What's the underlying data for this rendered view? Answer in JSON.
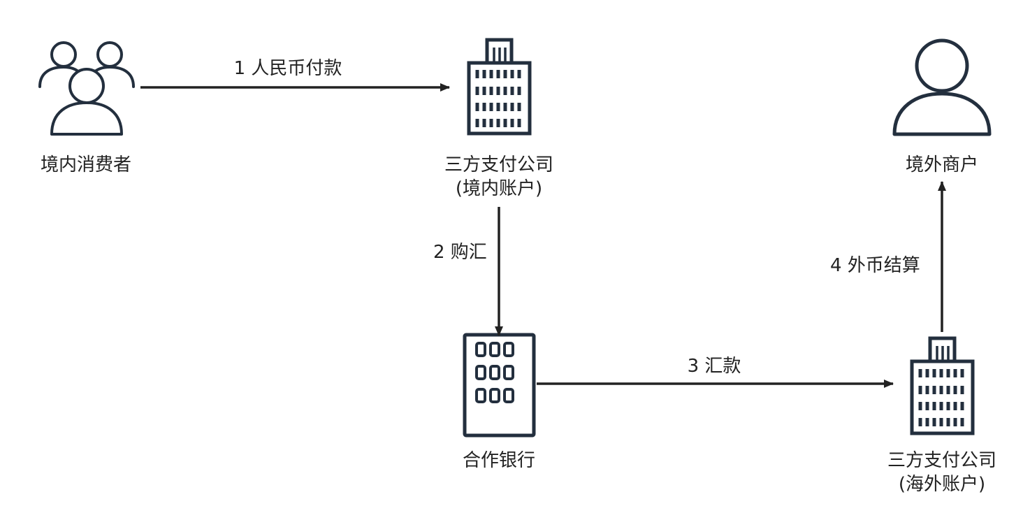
{
  "nodes": {
    "consumer": {
      "label": "境内消费者",
      "icon": "users-group-icon"
    },
    "payco_domestic": {
      "label": "三方支付公司",
      "sublabel": "(境内账户)",
      "icon": "office-building-icon"
    },
    "bank": {
      "label": "合作银行",
      "icon": "bank-building-icon"
    },
    "payco_overseas": {
      "label": "三方支付公司",
      "sublabel": "(海外账户)",
      "icon": "office-building-icon"
    },
    "merchant": {
      "label": "境外商户",
      "icon": "user-icon"
    }
  },
  "edges": {
    "e1": {
      "label": "1 人民币付款"
    },
    "e2": {
      "label": "2 购汇"
    },
    "e3": {
      "label": "3 汇款"
    },
    "e4": {
      "label": "4 外币结算"
    }
  },
  "colors": {
    "stroke": "#232f3e",
    "arrow": "#222222",
    "text": "#222222"
  }
}
